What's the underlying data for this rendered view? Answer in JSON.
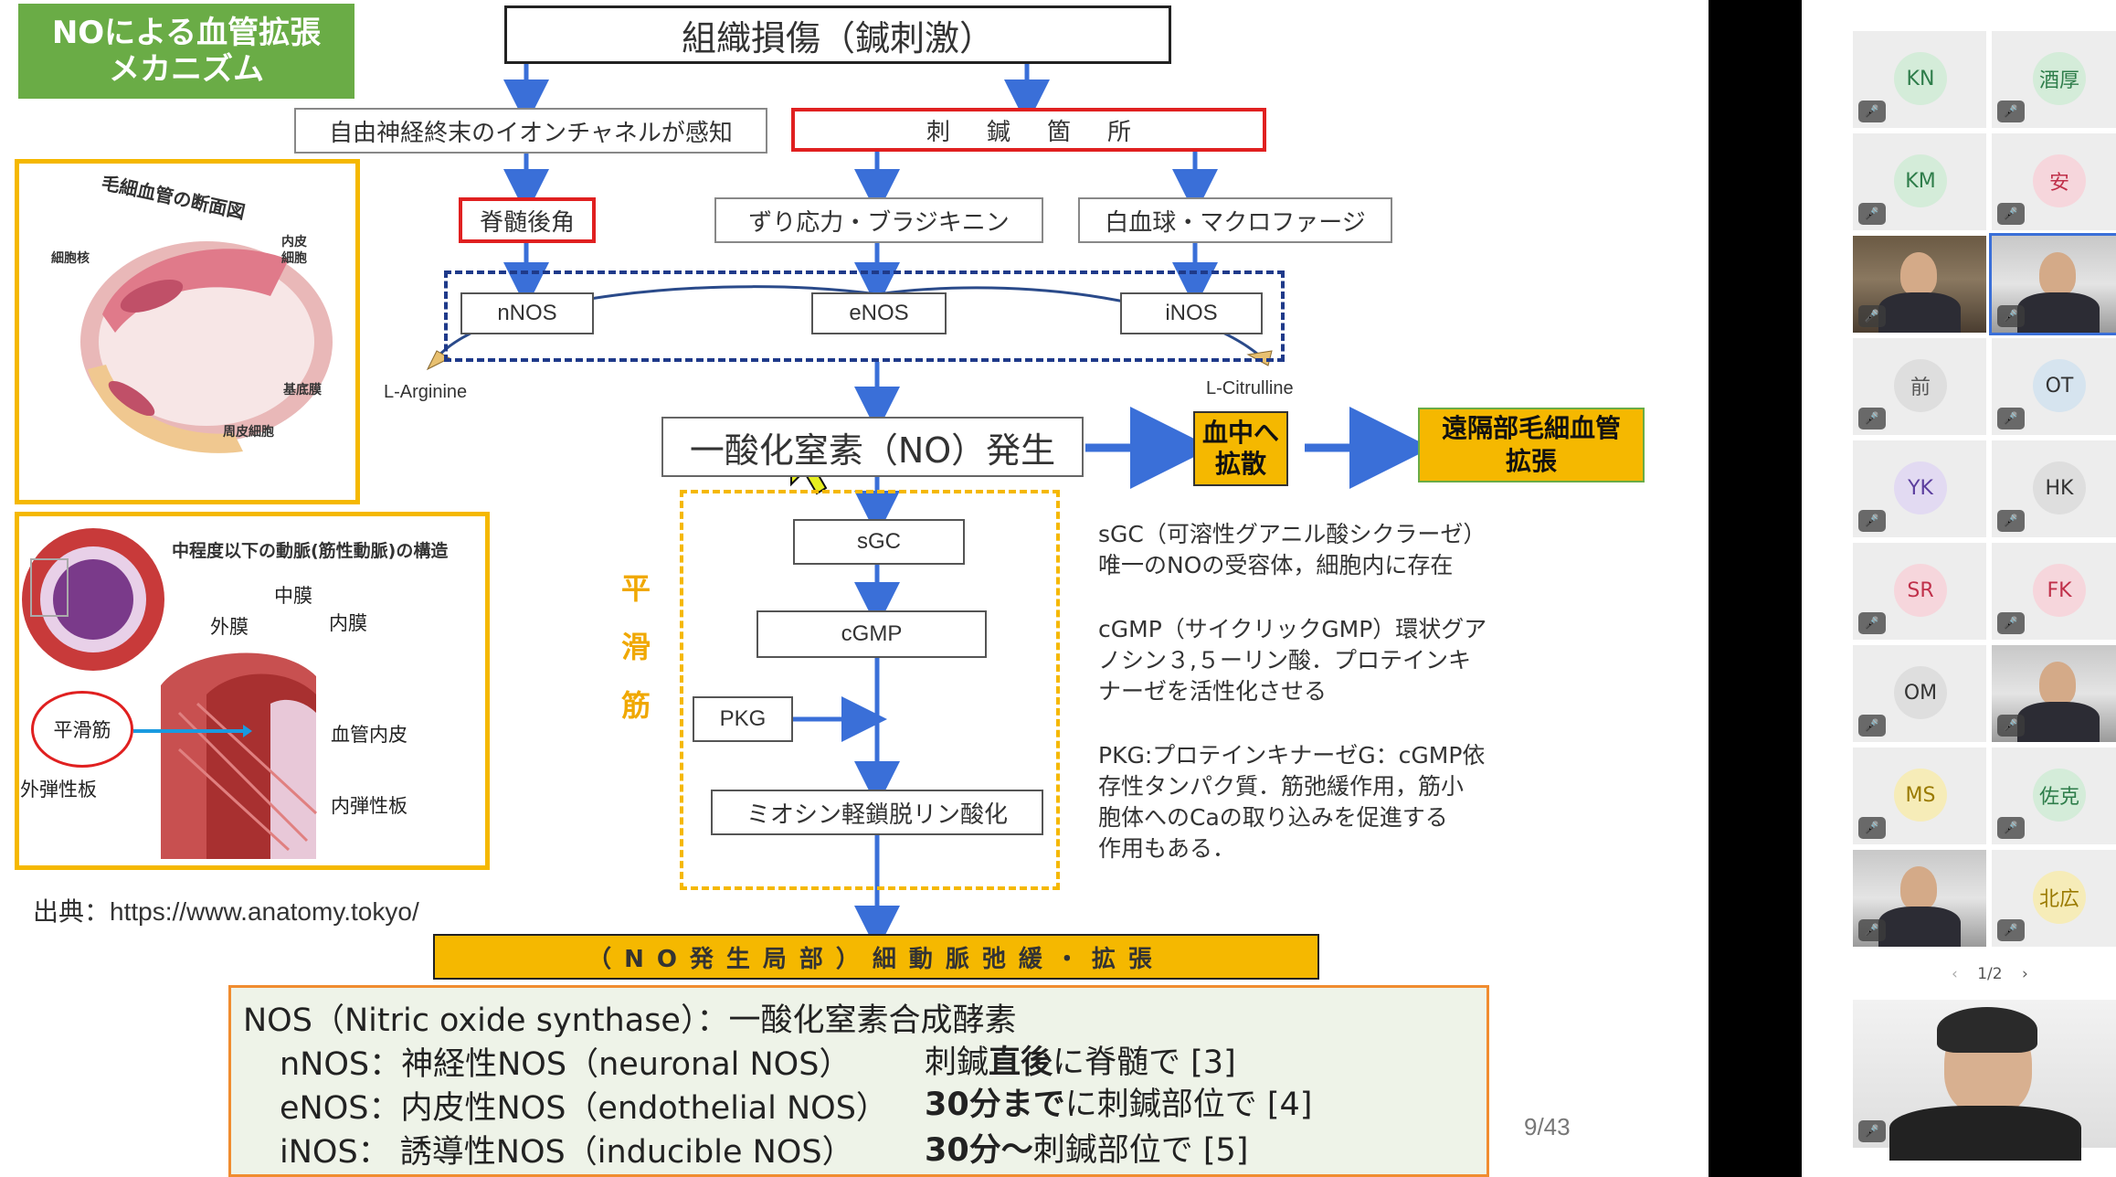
{
  "slide": {
    "title": "NOによる血管拡張\nメカニズム",
    "top_box": "組織損傷（鍼刺激）",
    "nerve_box": "自由神経終末のイオンチャネルが感知",
    "site_box": "刺鍼箇所",
    "spinal_box": "脊髄後角",
    "shear_box": "ずり応力・ブラジキニン",
    "wbc_box": "白血球・マクロファージ",
    "nnos": "nNOS",
    "enos": "eNOS",
    "inos": "iNOS",
    "l_arginine": "L-Arginine",
    "l_citrulline": "L-Citrulline",
    "no_box": "一酸化窒素（NO）発生",
    "blood_box": "血中へ\n拡散",
    "remote_box": "遠隔部毛細血管\n拡張",
    "smooth_muscle_label": "平\n滑\n筋",
    "sgc_box": "sGC",
    "cgmp_box": "cGMP",
    "pkg_box": "PKG",
    "myosin_box": "ミオシン軽鎖脱リン酸化",
    "result_bar": "（NO発生局部）細動脈弛緩・拡張",
    "desc_sgc": "sGC（可溶性グアニル酸シクラーゼ）\n唯一のNOの受容体，細胞内に存在",
    "desc_cgmp": "cGMP（サイクリックGMP）環状グア\nノシン３,５ーリン酸．プロテインキ\nナーゼを活性化させる",
    "desc_pkg": "PKG:プロテインキナーゼG：cGMP依\n存性タンパク質．筋弛緩作用，筋小\n胞体へのCaの取り込みを促進する\n作用もある．",
    "capillary_title": "毛細血管の断面図",
    "capillary_labels": {
      "nucleus": "細胞核",
      "endothelium": "内皮\n細胞",
      "basement": "基底膜",
      "pericyte": "周皮細胞"
    },
    "artery_title": "中程度以下の動脈(筋性動脈)の構造",
    "artery_labels": {
      "media": "中膜",
      "adventitia": "外膜",
      "intima": "内膜",
      "smooth_muscle": "平滑筋",
      "endothelium": "血管内皮",
      "external_elastic": "外弾性板",
      "internal_elastic": "内弾性板"
    },
    "source": "出典：https://www.anatomy.tokyo/",
    "nos_panel": {
      "line1": "NOS（Nitric oxide synthase）：一酸化窒素合成酵素",
      "nnos_def": "nNOS：神経性NOS（neuronal NOS）",
      "nnos_note_pre": "刺鍼",
      "nnos_note_bold": "直後",
      "nnos_note_post": "に脊髄で [3]",
      "enos_def": "eNOS：内皮性NOS（endothelial NOS）",
      "enos_note_bold": "30分まで",
      "enos_note_post": "に刺鍼部位で [4]",
      "inos_def": "iNOS： 誘導性NOS（inducible NOS）",
      "inos_note_bold": "30分〜",
      "inos_note_post": "刺鍼部位で [5]"
    },
    "page_number": "9/43"
  },
  "participants": [
    {
      "label": "KN",
      "color": "#2e7d4a",
      "bg": "#d4ecd9"
    },
    {
      "label": "酒厚",
      "color": "#2e7d4a",
      "bg": "#d4ecd9"
    },
    {
      "label": "KM",
      "color": "#2e7d4a",
      "bg": "#d4ecd9"
    },
    {
      "label": "安",
      "color": "#c0304a",
      "bg": "#f6d6dc"
    },
    {
      "label": "",
      "color": "",
      "bg": ""
    },
    {
      "label": "",
      "color": "",
      "bg": ""
    },
    {
      "label": "前",
      "color": "#555555",
      "bg": "#dedede"
    },
    {
      "label": "OT",
      "color": "#333333",
      "bg": "#d6e4ef"
    },
    {
      "label": "YK",
      "color": "#5b3d9e",
      "bg": "#e2daf2"
    },
    {
      "label": "HK",
      "color": "#333333",
      "bg": "#dedede"
    },
    {
      "label": "SR",
      "color": "#c0304a",
      "bg": "#f6d6dc"
    },
    {
      "label": "FK",
      "color": "#c0304a",
      "bg": "#f6d6dc"
    },
    {
      "label": "OM",
      "color": "#333333",
      "bg": "#dedede"
    },
    {
      "label": "",
      "color": "",
      "bg": ""
    },
    {
      "label": "MS",
      "color": "#9a7a00",
      "bg": "#f6ecb8"
    },
    {
      "label": "佐克",
      "color": "#2e7d4a",
      "bg": "#d4ecd9"
    },
    {
      "label": "",
      "color": "",
      "bg": ""
    },
    {
      "label": "北広",
      "color": "#9a7a00",
      "bg": "#f6ecb8"
    }
  ],
  "pager": {
    "text": "1/2",
    "prev": "‹",
    "next": "›"
  },
  "icons": {
    "mic_muted": "🎤",
    "cursor": "cursor-arrow-icon"
  }
}
